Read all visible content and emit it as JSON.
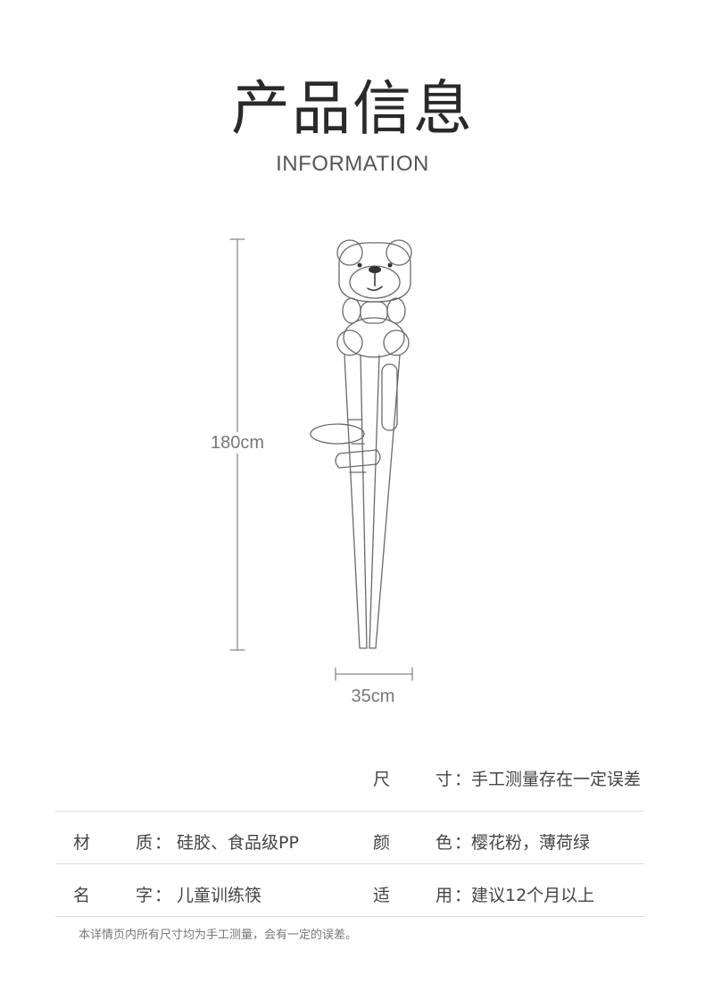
{
  "header": {
    "title": "产品信息",
    "subtitle": "INFORMATION"
  },
  "dimensions": {
    "height": "180cm",
    "width": "35cm"
  },
  "specs": [
    {
      "left": null,
      "right": {
        "label_a": "尺",
        "label_b": "寸",
        "value": "手工测量存在一定误差"
      }
    },
    {
      "left": {
        "label_a": "材",
        "label_b": "质",
        "value": "硅胶、食品级PP"
      },
      "right": {
        "label_a": "颜",
        "label_b": "色",
        "value": "樱花粉，薄荷绿"
      }
    },
    {
      "left": {
        "label_a": "名",
        "label_b": "字",
        "value": "儿童训练筷"
      },
      "right": {
        "label_a": "适",
        "label_b": "用",
        "value": "建议12个月以上"
      }
    }
  ],
  "colon": "：",
  "footnote": "本详情页内所有尺寸均为手工测量，会有一定的误差。",
  "colors": {
    "text": "#333333",
    "line": "#dcdcdc",
    "illustration": "#555555"
  }
}
